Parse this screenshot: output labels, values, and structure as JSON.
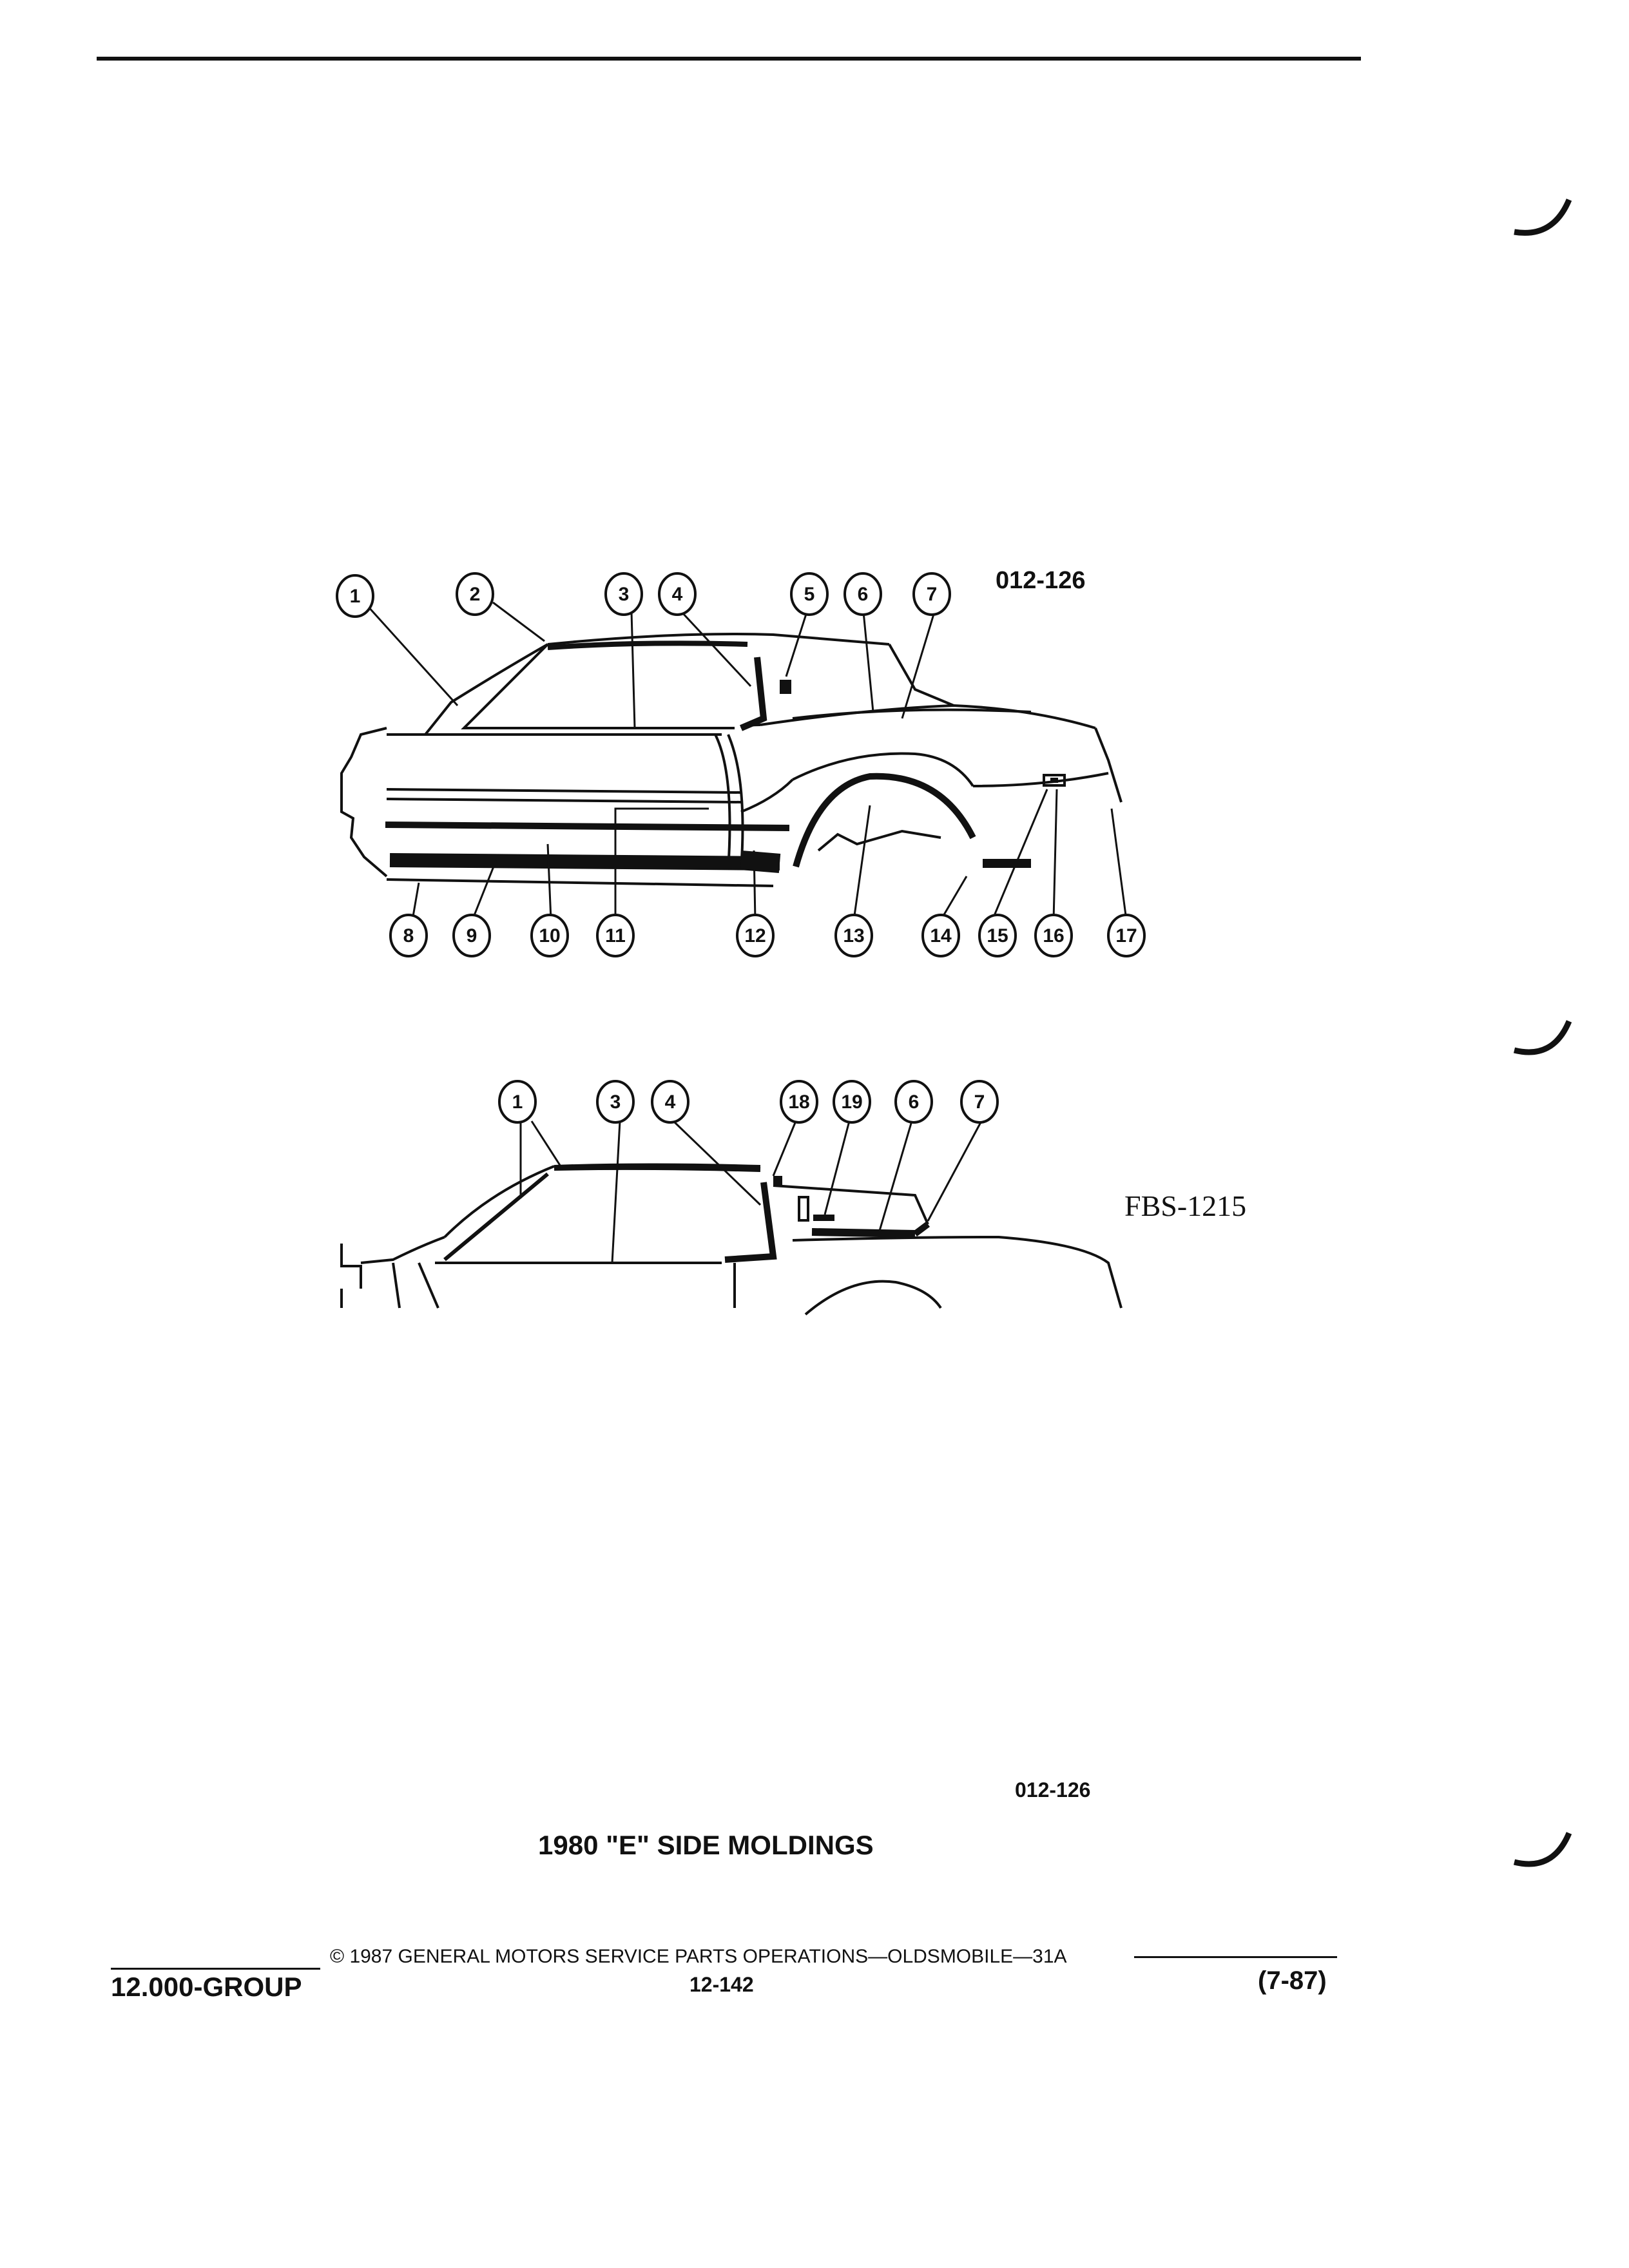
{
  "diagram_top": {
    "code": "012-126",
    "callouts": [
      "1",
      "2",
      "3",
      "4",
      "5",
      "6",
      "7",
      "8",
      "9",
      "10",
      "11",
      "12",
      "13",
      "14",
      "15",
      "16",
      "17"
    ]
  },
  "diagram_bottom": {
    "code": "FBS-1215",
    "callouts": [
      "1",
      "3",
      "4",
      "18",
      "19",
      "6",
      "7"
    ]
  },
  "figure_code": "012-126",
  "figure_title": "1980 \"E\" SIDE MOLDINGS",
  "footer": {
    "copyright": "© 1987  GENERAL MOTORS SERVICE PARTS OPERATIONS—OLDSMOBILE—31A",
    "group": "12.000-GROUP",
    "page": "12-142",
    "date": "(7-87)"
  }
}
